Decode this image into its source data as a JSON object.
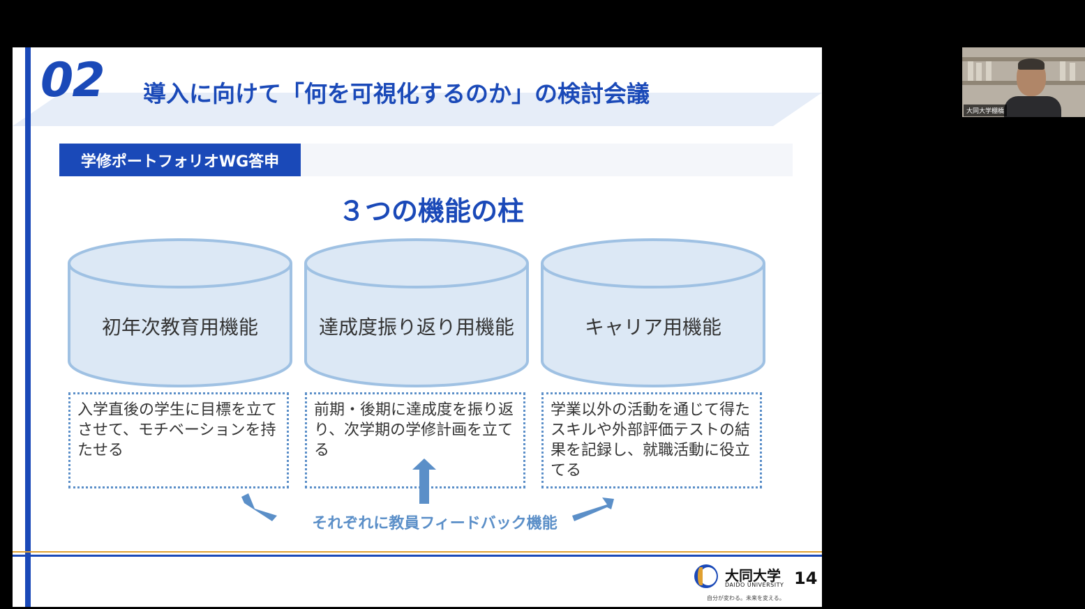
{
  "slide": {
    "section_number": "02",
    "title": "導入に向けて「何を可視化するのか」の検討会議",
    "tag": "学修ポートフォリオWG答申",
    "heading": "３つの機能の柱",
    "pillars": [
      {
        "label": "初年次教育用機能",
        "description": "入学直後の学生に目標を立てさせて、モチベーションを持たせる"
      },
      {
        "label": "達成度振り返り用機能",
        "description": "前期・後期に達成度を振り返り、次学期の学修計画を立てる"
      },
      {
        "label": "キャリア用機能",
        "description": "学業以外の活動を通じて得たスキルや外部評価テストの結果を記録し、就職活動に役立てる"
      }
    ],
    "feedback": "それぞれに教員フィードバック機能",
    "logo": {
      "name": "大同大学",
      "sub": "DAIDO UNIVERSITY",
      "tagline": "自分が変わる。未来を変える。"
    },
    "page_number": "14"
  },
  "participant": {
    "name": "大同大学棚橋"
  },
  "colors": {
    "brand_blue": "#1a49b8",
    "light_blue": "#5b8fc8",
    "cylinder_fill": "#dce8f5",
    "gold": "#e0a030"
  }
}
